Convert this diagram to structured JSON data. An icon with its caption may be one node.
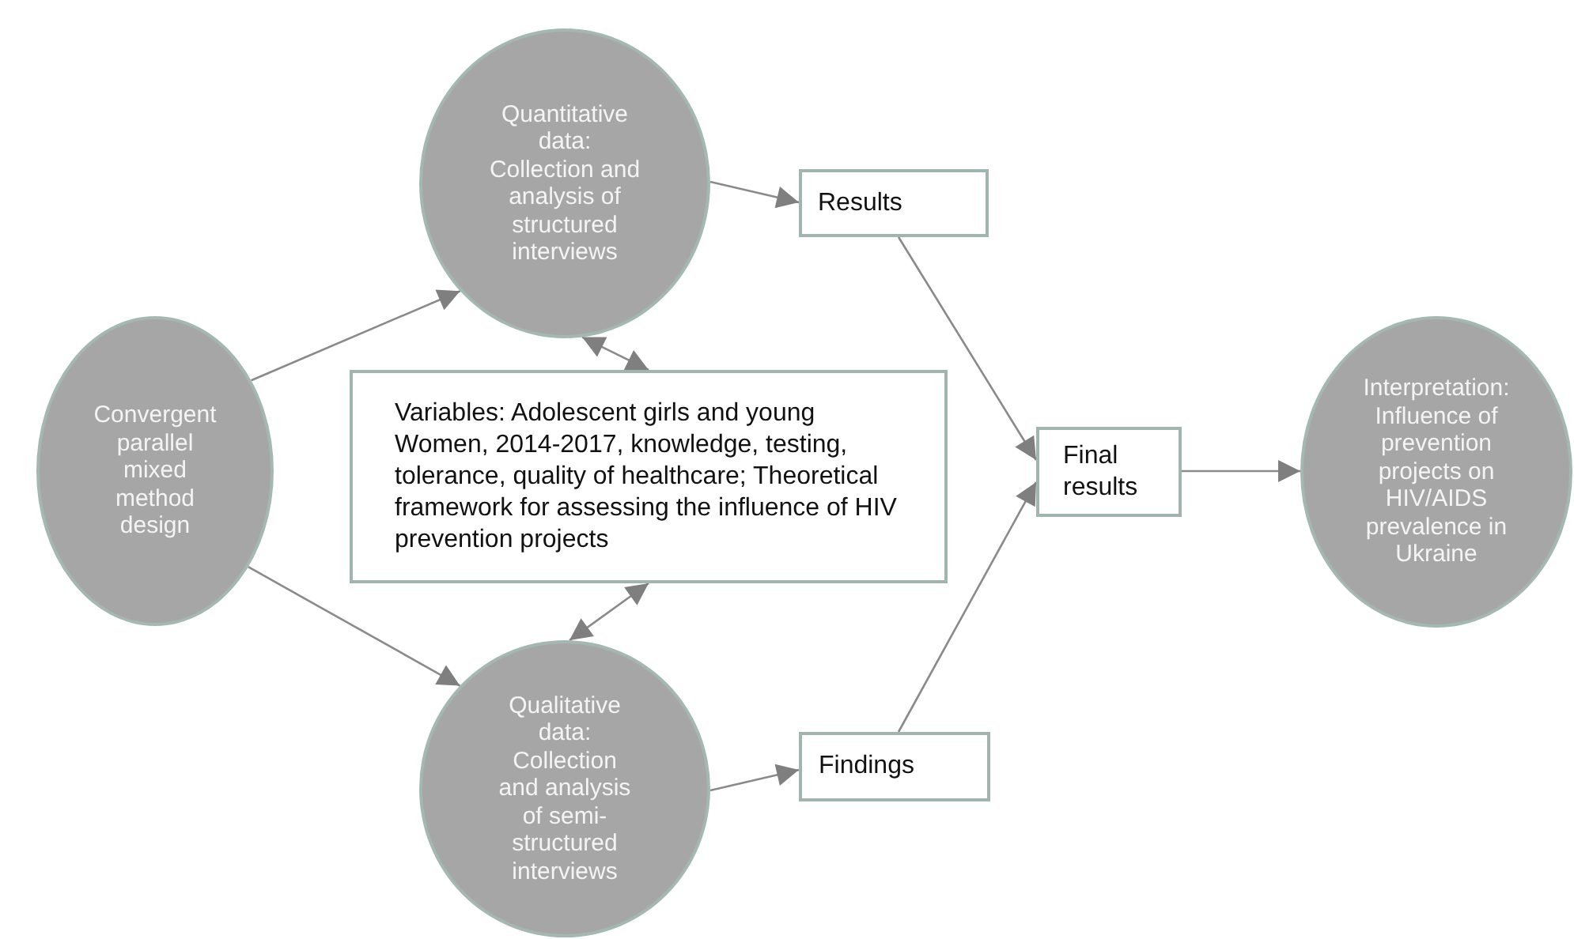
{
  "diagram": {
    "nodes": [
      {
        "text": [
          "Convergent parallel mixed method design"
        ]
      },
      {
        "text": [
          "Quantitative data: Collection and analysis of structured interviews"
        ]
      },
      {
        "text": [
          "Variables: Adolescent girls and young Women, 2014-2017, knowledge, testing, tolerance, quality of healthcare; Theoretical framework for assessing the influence of HIV prevention projects"
        ]
      },
      {
        "text": [
          "Qualitative data: Collection and analysis of semi-structured interviews"
        ]
      },
      {
        "text": [
          "Results"
        ]
      },
      {
        "text": [
          "Findings"
        ]
      },
      {
        "text": [
          "Final results"
        ]
      },
      {
        "text": [
          "Interpretation: Influence of prevention projects on HIV/AIDS prevalence in Ukraine"
        ]
      }
    ],
    "edges": [
      {
        "from": 0,
        "to": 1,
        "arrow": "to"
      },
      {
        "from": 0,
        "to": 3,
        "arrow": "to"
      },
      {
        "from": 1,
        "to": 2,
        "arrow": "both"
      },
      {
        "from": 2,
        "to": 3,
        "arrow": "both"
      },
      {
        "from": 1,
        "to": 4,
        "arrow": "to"
      },
      {
        "from": 3,
        "to": 5,
        "arrow": "to"
      },
      {
        "from": 4,
        "to": 6,
        "arrow": "to"
      },
      {
        "from": 5,
        "to": 6,
        "arrow": "to"
      },
      {
        "from": 6,
        "to": 7,
        "arrow": "to"
      }
    ]
  }
}
